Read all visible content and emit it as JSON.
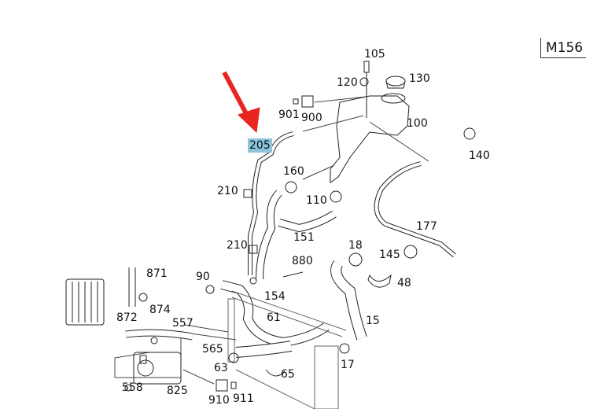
{
  "model_code": "M156",
  "highlighted_part": "205",
  "arrow_color": "#e8261f",
  "highlight_color": "#8cc3dd",
  "labels": [
    "105",
    "120",
    "130",
    "901",
    "900",
    "100",
    "140",
    "205",
    "160",
    "210",
    "110",
    "177",
    "151",
    "210",
    "18",
    "145",
    "880",
    "48",
    "90",
    "871",
    "874",
    "154",
    "872",
    "557",
    "61",
    "15",
    "565",
    "63",
    "17",
    "65",
    "558",
    "825",
    "910",
    "911"
  ]
}
